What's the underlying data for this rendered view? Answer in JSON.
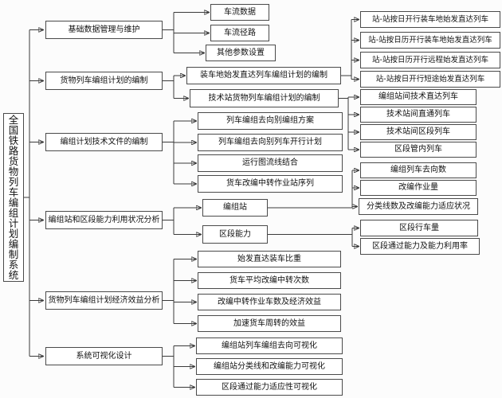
{
  "tree": {
    "root_label": "全国铁路货物列车编组计划编制系统",
    "branches": [
      {
        "label": "基础数据管理与维护",
        "children": [
          {
            "label": "车流数据"
          },
          {
            "label": "车流径路"
          },
          {
            "label": "其他参数设置"
          }
        ]
      },
      {
        "label": "货物列车编组计划的编制",
        "children": [
          {
            "label": "装车地始发直达列车编组计划的编制",
            "children": [
              {
                "label": "站-站按日开行装车地始发直达列车"
              },
              {
                "label": "站-站按日历开行装车地始发直达列车"
              },
              {
                "label": "站-站按日历开行远程始发直达列车"
              },
              {
                "label": "站-站按日开行短途始发直达列车"
              }
            ]
          },
          {
            "label": "技术站货物列车编组计划的编制",
            "children": [
              {
                "label": "编组站间技术直达列车"
              },
              {
                "label": "技术站间直通列车"
              },
              {
                "label": "技术站间区段列车"
              },
              {
                "label": "区段管内列车"
              }
            ]
          }
        ]
      },
      {
        "label": "编组计划技术文件的编制",
        "children": [
          {
            "label": "列车编组去向别编组方案"
          },
          {
            "label": "列车编组去向别列车开行计划"
          },
          {
            "label": "运行图流线结合"
          },
          {
            "label": "货车改编中转作业站序列"
          }
        ]
      },
      {
        "label": "编组站和区段能力利用状况分析",
        "children": [
          {
            "label": "编组站",
            "children": [
              {
                "label": "编组列车去向数"
              },
              {
                "label": "改编作业量"
              },
              {
                "label": "分类线数及改编能力适应状况"
              }
            ]
          },
          {
            "label": "区段能力",
            "children": [
              {
                "label": "区段行车量"
              },
              {
                "label": "区段通过能力及能力利用率"
              }
            ]
          }
        ]
      },
      {
        "label": "货物列车编组计划经济效益分析",
        "children": [
          {
            "label": "始发直达装车比重"
          },
          {
            "label": "货车平均改编中转次数"
          },
          {
            "label": "改编中转作业车数及经济效益"
          },
          {
            "label": "加速货车周转的效益"
          }
        ]
      },
      {
        "label": "系统可视化设计",
        "children": [
          {
            "label": "编组站列车编组去向可视化"
          },
          {
            "label": "编组站分类线和改编能力可视化"
          },
          {
            "label": "区段通过能力适应性可视化"
          }
        ]
      }
    ]
  }
}
